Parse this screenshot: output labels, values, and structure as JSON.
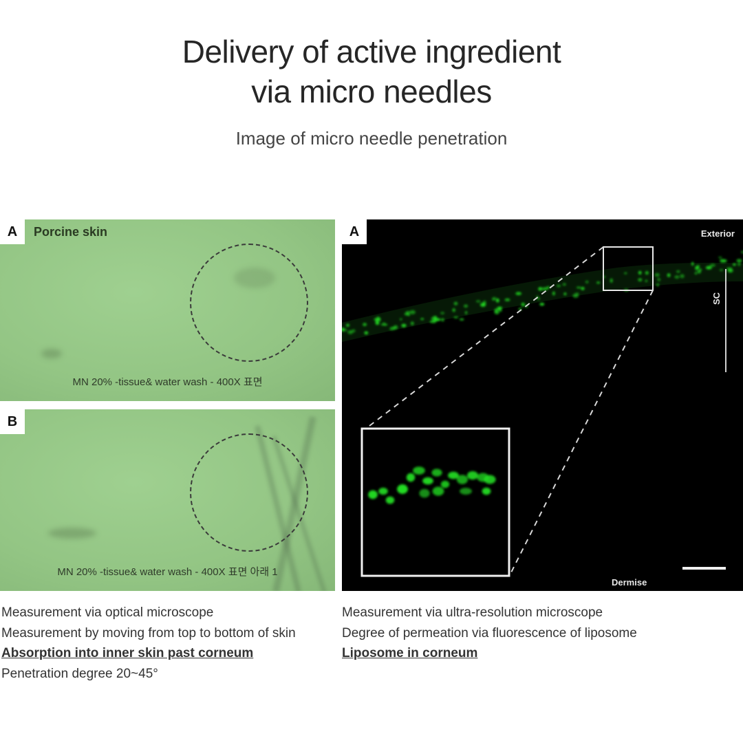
{
  "header": {
    "title_line1": "Delivery of active ingredient",
    "title_line2": "via micro needles",
    "subtitle": "Image of micro needle penetration"
  },
  "panel_a": {
    "label": "A",
    "title": "Porcine skin",
    "caption": "MN 20% -tissue& water wash - 400X 표면"
  },
  "panel_b": {
    "label": "B",
    "caption": "MN 20% -tissue& water wash - 400X 표면 아래 1"
  },
  "panel_c": {
    "label": "A",
    "exterior": "Exterior",
    "sc": "SC",
    "dermise": "Dermise"
  },
  "info_left": {
    "line1": "Measurement via optical microscope",
    "line2": "Measurement by moving from top to bottom of skin",
    "line3": "Absorption into inner skin past corneum",
    "line4": "Penetration degree 20~45°"
  },
  "info_right": {
    "line1": "Measurement via ultra-resolution microscope",
    "line2": "Degree of permeation via fluorescence of liposome",
    "line3": "Liposome in corneum"
  },
  "colors": {
    "fluorescence": "#22dd22",
    "microscope_green": "#93c584"
  }
}
